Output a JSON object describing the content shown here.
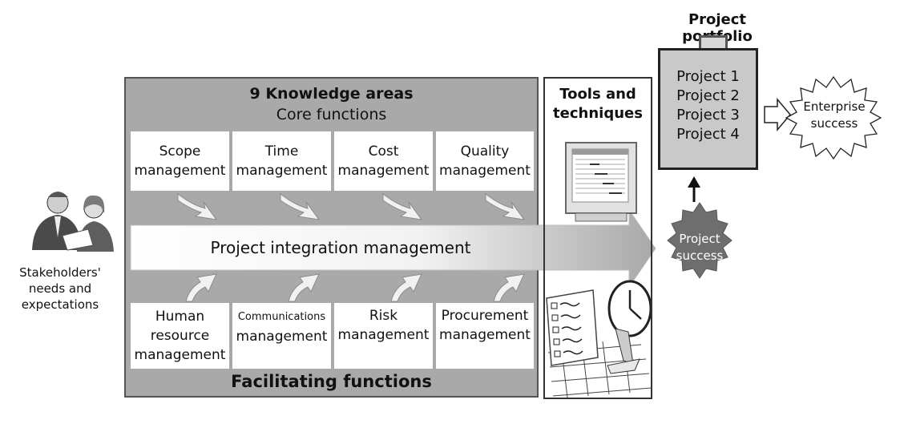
{
  "knowledge_areas": {
    "title": "9 Knowledge areas",
    "subtitle": "Core functions",
    "core": [
      {
        "line1": "Scope",
        "line2": "management"
      },
      {
        "line1": "Time",
        "line2": "management"
      },
      {
        "line1": "Cost",
        "line2": "management"
      },
      {
        "line1": "Quality",
        "line2": "management"
      }
    ],
    "integration": "Project integration management",
    "facilitating": [
      {
        "line1": "Human",
        "line2": "resource",
        "line3": "management"
      },
      {
        "line1": "Communications",
        "line2": "management"
      },
      {
        "line1": "Risk",
        "line2": "management"
      },
      {
        "line1": "Procurement",
        "line2": "management"
      }
    ],
    "facilitating_title": "Facilitating functions"
  },
  "stakeholders": {
    "line1": "Stakeholders'",
    "line2": "needs and",
    "line3": "expectations"
  },
  "tools": {
    "line1": "Tools and",
    "line2": "techniques"
  },
  "portfolio": {
    "title": "Project portfolio",
    "projects": [
      "Project 1",
      "Project 2",
      "Project 3",
      "Project 4"
    ]
  },
  "project_success": {
    "line1": "Project",
    "line2": "success"
  },
  "enterprise_success": {
    "line1": "Enterprise",
    "line2": "success"
  },
  "colors": {
    "panel": "#a9a9a9",
    "success_badge": "#6e6e6e",
    "briefcase": "#c9c9c9"
  }
}
